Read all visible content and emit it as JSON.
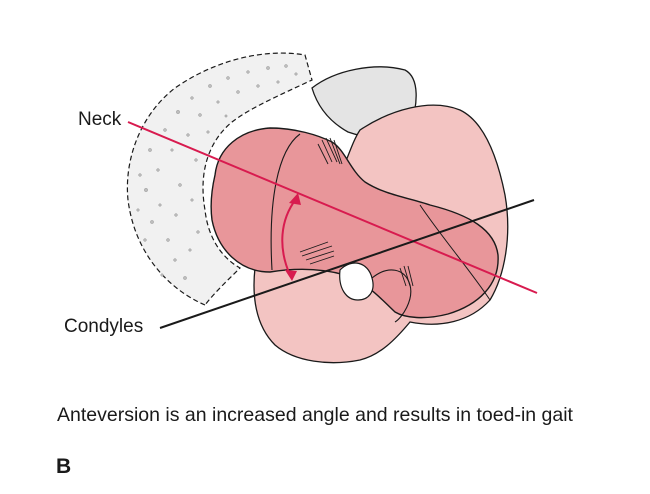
{
  "labels": {
    "neck": "Neck",
    "condyles": "Condyles"
  },
  "caption": "Anteversion is an increased angle and results in toed-in gait",
  "panel_letter": "B",
  "colors": {
    "femur_dark": "#e8969a",
    "femur_light": "#f3c4c2",
    "bone_gray": "#e4e4e4",
    "pelvis_fill": "#f1f1f1",
    "axis_line": "#d81b4f",
    "outline": "#1a1a1a"
  }
}
